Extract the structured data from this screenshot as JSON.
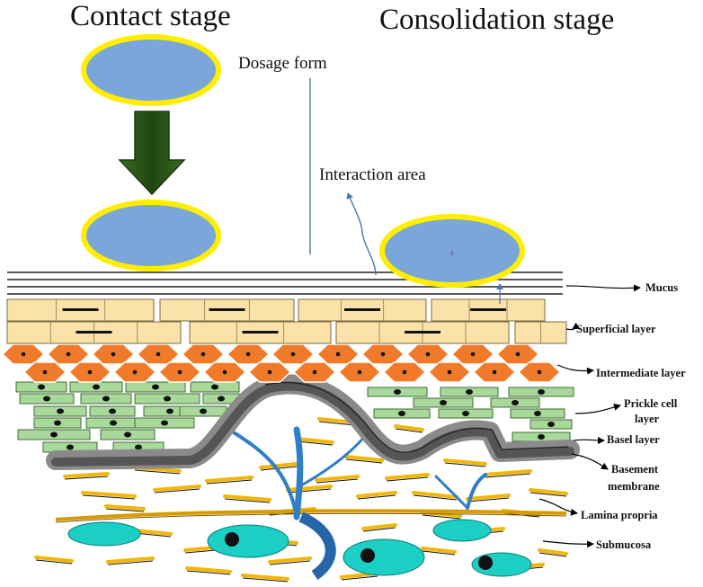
{
  "titles": {
    "contact": "Contact stage",
    "consolidation": "Consolidation stage"
  },
  "labels": {
    "dosage_form": "Dosage form",
    "interaction_area": "Interaction area",
    "particle_mark": "s"
  },
  "layers": {
    "mucus": "Mucus",
    "superficial": "Superficial  layer",
    "intermediate": "Intermediate layer",
    "prickle_1": "Prickle cell",
    "prickle_2": "layer",
    "basel": "Basel layer",
    "basement_1": "Basement",
    "basement_2": "membrane",
    "lamina": "Lamina propria",
    "submucosa": "Submucosa"
  },
  "colors": {
    "dosage_fill": "#7aa6d9",
    "dosage_ring": "#ffee00",
    "arrow": "#2d5a1a",
    "superficial": "#fbe2a8",
    "intermediate": "#f07a2a",
    "prickle": "#a8d89a",
    "basement": "#555555",
    "fiber_yellow": "#f2b705",
    "vessel": "#2f7fc8",
    "submucosa_cell": "#1ccfc4"
  }
}
